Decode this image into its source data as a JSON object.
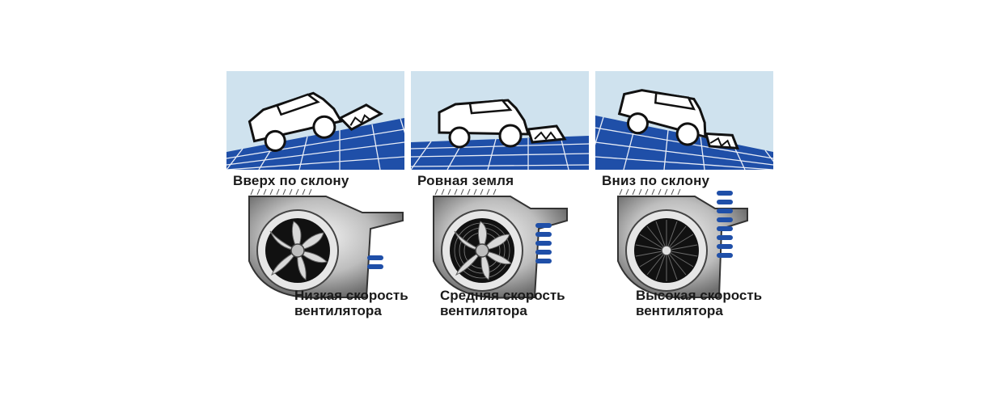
{
  "colors": {
    "sky": "#cfe2ee",
    "ground": "#1f4fa8",
    "grid": "#ffffff",
    "bar": "#1f4fa8",
    "outline": "#111111"
  },
  "panels": [
    {
      "terrain_label": "Вверх по склону",
      "speed_line1": "Низкая скорость",
      "speed_line2": "вентилятора",
      "speed_level": 2,
      "slope": "uphill"
    },
    {
      "terrain_label": "Ровная земля",
      "speed_line1": "Средняя скорость",
      "speed_line2": "вентилятора",
      "speed_level": 5,
      "slope": "flat"
    },
    {
      "terrain_label": "Вниз по склону",
      "speed_line1": "Высокая скорость",
      "speed_line2": "вентилятора",
      "speed_level": 8,
      "slope": "downhill"
    }
  ]
}
